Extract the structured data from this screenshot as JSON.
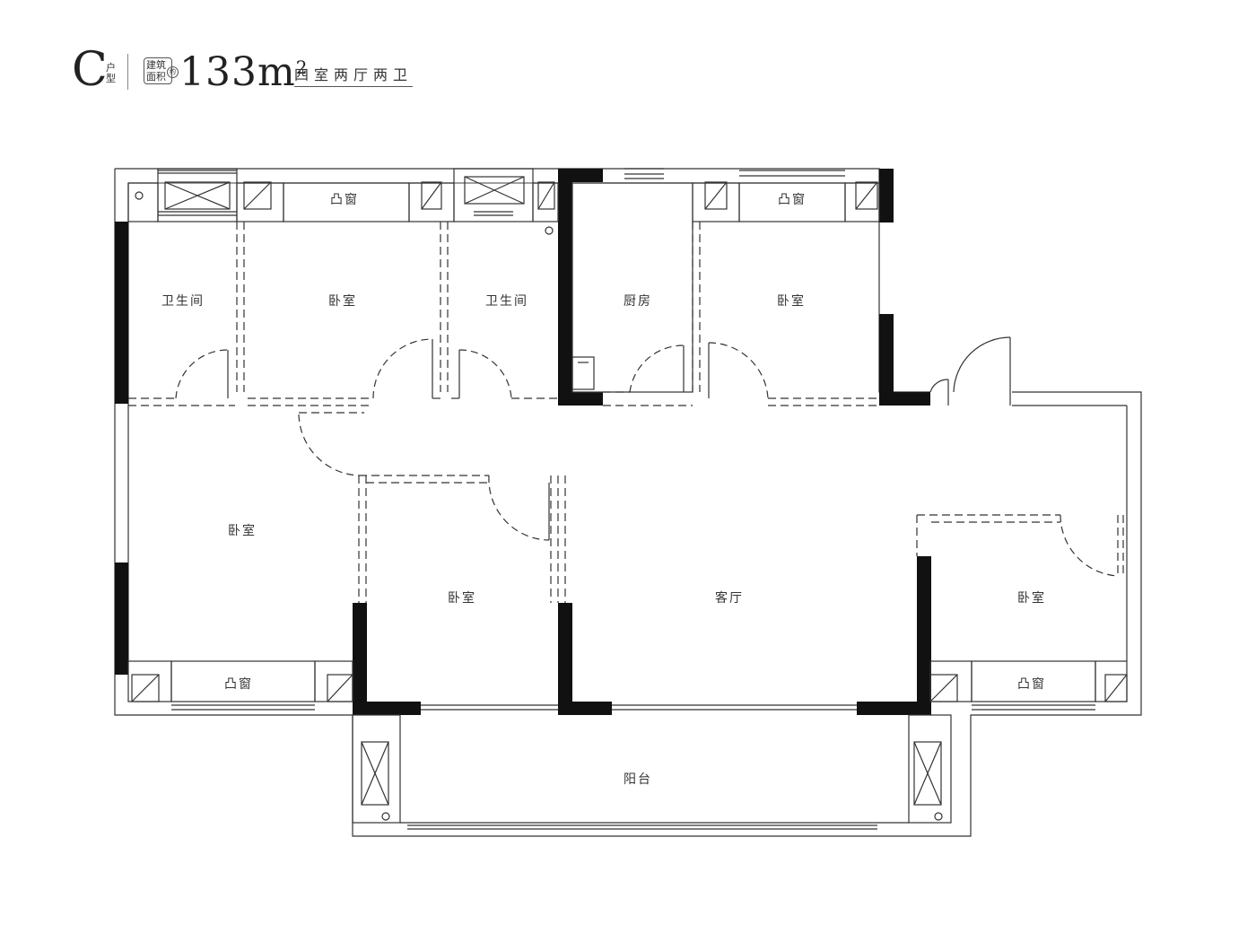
{
  "header": {
    "type_letter": "C",
    "type_label": "户型",
    "area_label": "建筑面积",
    "area_mark": "约",
    "area_value": "133m",
    "area_superscript": "2",
    "room_summary": "四室两厅两卫"
  },
  "rooms": {
    "bath_1": "卫生间",
    "bedroom_top_1": "卧室",
    "bath_2": "卫生间",
    "kitchen": "厨房",
    "bedroom_top_2": "卧室",
    "bedroom_left": "卧室",
    "bedroom_mid": "卧室",
    "living": "客厅",
    "bedroom_right": "卧室",
    "balcony": "阳台"
  },
  "windows": {
    "bay_1": "凸窗",
    "bay_2": "凸窗",
    "bay_3": "凸窗",
    "bay_4": "凸窗"
  }
}
